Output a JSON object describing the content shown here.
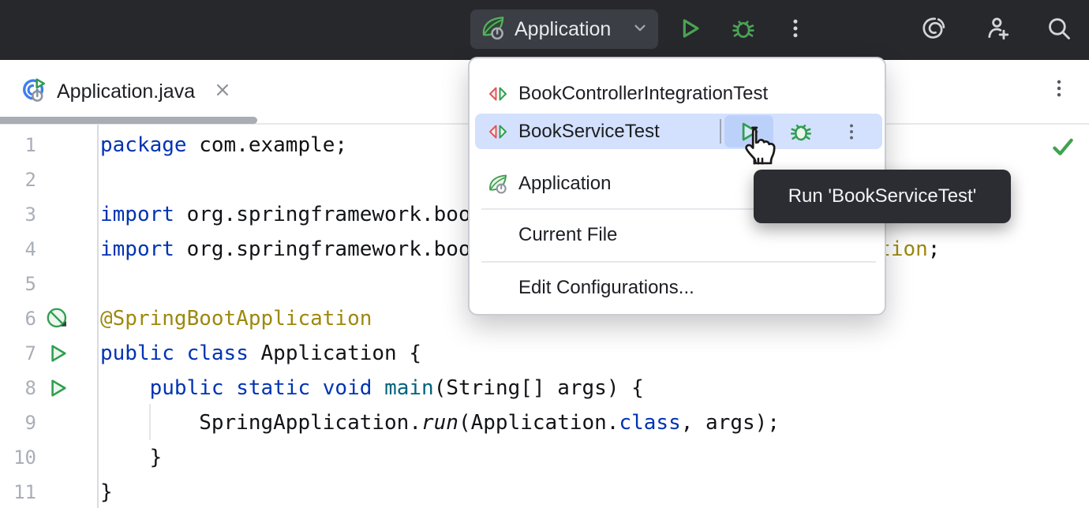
{
  "header": {
    "run_config_label": "Application",
    "icons": [
      "spring-boot-app-icon",
      "chevron-down-icon",
      "run-icon",
      "debug-icon",
      "more-options-icon",
      "ai-assistant-icon",
      "add-user-icon",
      "search-icon"
    ]
  },
  "tab_bar": {
    "active_tab": {
      "label": "Application.java",
      "icons": [
        "spring-boot-run-file-icon",
        "close-icon"
      ]
    },
    "more_icon": "more-options-icon"
  },
  "run_menu": {
    "items": [
      {
        "label": "BookControllerIntegrationTest",
        "icon": "junit-test-icon"
      },
      {
        "label": "BookServiceTest",
        "icon": "junit-test-icon",
        "selected": true,
        "actions": [
          "run-icon",
          "debug-icon",
          "more-options-icon"
        ]
      },
      {
        "label": "Application",
        "icon": "spring-boot-app-icon"
      },
      {
        "label": "Current File"
      },
      {
        "label": "Edit Configurations..."
      }
    ]
  },
  "tooltip": {
    "text": "Run 'BookServiceTest'"
  },
  "editor": {
    "status_icon": "no-problems-check-icon",
    "gutter_icons": {
      "6": "spring-bean-icon",
      "7": "run-icon",
      "8": "run-icon"
    },
    "lines": [
      [
        [
          "k",
          "package"
        ],
        [
          "p",
          " com.example;"
        ]
      ],
      [],
      [
        [
          "k",
          "import"
        ],
        [
          "p",
          " org.springframework.boot.SpringApplication;"
        ]
      ],
      [
        [
          "k",
          "import"
        ],
        [
          "p",
          " org.springframework.boot.autoconfigure."
        ],
        [
          "a",
          "SpringBootApplication"
        ],
        [
          "p",
          ";"
        ]
      ],
      [],
      [
        [
          "a",
          "@SpringBootApplication"
        ]
      ],
      [
        [
          "k",
          "public"
        ],
        [
          "p",
          " "
        ],
        [
          "k",
          "class"
        ],
        [
          "p",
          " Application {"
        ]
      ],
      [
        [
          "p",
          "    "
        ],
        [
          "k",
          "public"
        ],
        [
          "p",
          " "
        ],
        [
          "k",
          "static"
        ],
        [
          "p",
          " "
        ],
        [
          "k",
          "void"
        ],
        [
          "p",
          " "
        ],
        [
          "m",
          "main"
        ],
        [
          "p",
          "(String[] args) {"
        ]
      ],
      [
        [
          "p",
          "        SpringApplication."
        ],
        [
          "i",
          "run"
        ],
        [
          "p",
          "(Application."
        ],
        [
          "k",
          "class"
        ],
        [
          "p",
          ", args);"
        ]
      ],
      [
        [
          "p",
          "    }"
        ]
      ],
      [
        [
          "p",
          "}"
        ]
      ]
    ]
  },
  "colors": {
    "keyword": "#0033b3",
    "annotation": "#9e880d",
    "method": "#00627a",
    "plain": "#121316",
    "selection_blue": "#d3e1fe",
    "run_green": "#2f9e4f",
    "header_bg": "#26282c",
    "tooltip_bg": "#2b2d32"
  }
}
